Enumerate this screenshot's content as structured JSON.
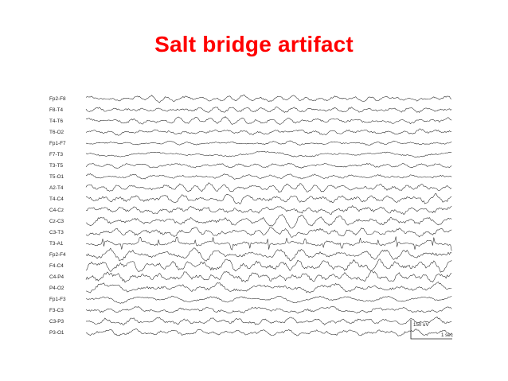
{
  "slide": {
    "title": "Salt bridge artifact",
    "title_color": "#ff0000"
  },
  "eeg": {
    "trace_color": "#222222",
    "channels": [
      {
        "label": "Fp2-F8",
        "amplitude": 2.2,
        "spike": 0
      },
      {
        "label": "F8-T4",
        "amplitude": 2.4,
        "spike": 0
      },
      {
        "label": "T4-T6",
        "amplitude": 2.4,
        "spike": 0
      },
      {
        "label": "T6-O2",
        "amplitude": 2.2,
        "spike": 0
      },
      {
        "label": "Fp1-F7",
        "amplitude": 1.4,
        "spike": 0
      },
      {
        "label": "F7-T3",
        "amplitude": 1.6,
        "spike": 0
      },
      {
        "label": "T3-T5",
        "amplitude": 1.8,
        "spike": 0
      },
      {
        "label": "T5-O1",
        "amplitude": 1.9,
        "spike": 0
      },
      {
        "label": "A2-T4",
        "amplitude": 2.6,
        "spike": 0
      },
      {
        "label": "T4-C4",
        "amplitude": 3.6,
        "spike": 0
      },
      {
        "label": "C4-Cz",
        "amplitude": 3.4,
        "spike": 0
      },
      {
        "label": "Cz-C3",
        "amplitude": 3.4,
        "spike": 0
      },
      {
        "label": "C3-T3",
        "amplitude": 3.2,
        "spike": 0
      },
      {
        "label": "T3-A1",
        "amplitude": 2.2,
        "spike": 1
      },
      {
        "label": "Fp2-F4",
        "amplitude": 3.6,
        "spike": 0
      },
      {
        "label": "F4-C4",
        "amplitude": 4.4,
        "spike": 0
      },
      {
        "label": "C4-P4",
        "amplitude": 4.6,
        "spike": 0
      },
      {
        "label": "P4-O2",
        "amplitude": 3.0,
        "spike": 0
      },
      {
        "label": "Fp1-F3",
        "amplitude": 2.0,
        "spike": 0
      },
      {
        "label": "F3-C3",
        "amplitude": 2.6,
        "spike": 0
      },
      {
        "label": "C3-P3",
        "amplitude": 2.8,
        "spike": 0
      },
      {
        "label": "P3-O1",
        "amplitude": 2.6,
        "spike": 0
      }
    ],
    "calibration": {
      "amplitude_label": "150 uV",
      "time_label": "1 sec"
    }
  }
}
